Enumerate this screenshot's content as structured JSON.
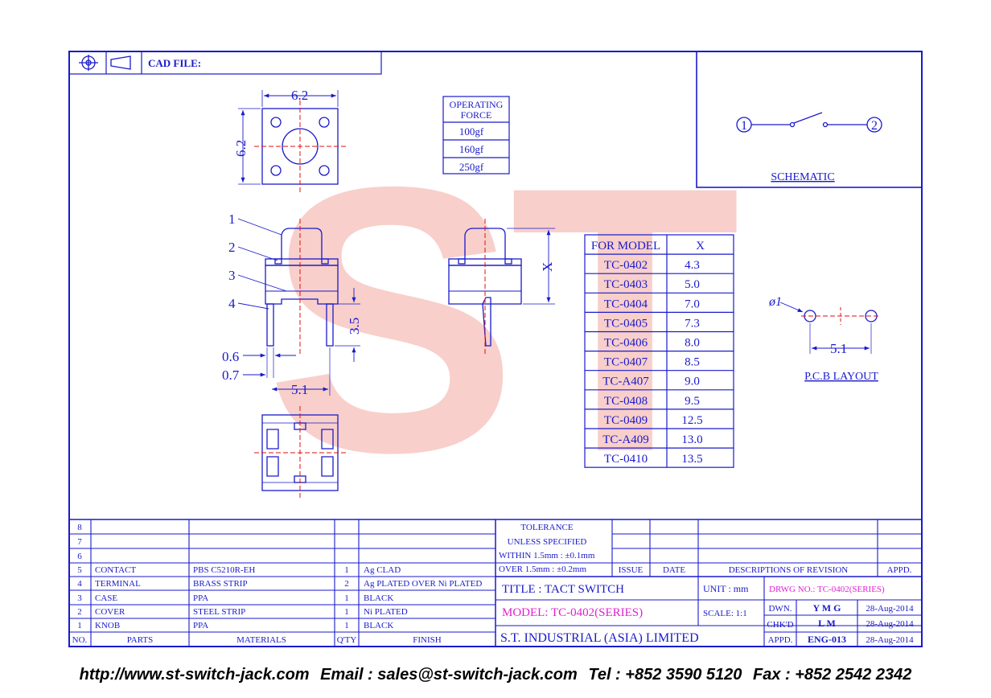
{
  "header": {
    "cad_label": "CAD FILE:"
  },
  "top_view": {
    "width": "6.2",
    "height": "6.2"
  },
  "operating_force": {
    "title_line1": "OPERATING",
    "title_line2": "FORCE",
    "values": [
      "100gf",
      "160gf",
      "250gf"
    ]
  },
  "side_view": {
    "callouts": [
      "1",
      "2",
      "3",
      "4"
    ],
    "dim_pin_height": "3.5",
    "dim_pin_width1": "0.6",
    "dim_pin_width2": "0.7",
    "dim_pin_pitch": "5.1",
    "dim_x": "X"
  },
  "schematic": {
    "pin1": "1",
    "pin2": "2",
    "label": "SCHEMATIC"
  },
  "pcb_layout": {
    "hole": "ø1",
    "pitch": "5.1",
    "label": "P.C.B LAYOUT"
  },
  "model_table": {
    "headers": [
      "FOR MODEL",
      "X"
    ],
    "rows": [
      [
        "TC-0402",
        "4.3"
      ],
      [
        "TC-0403",
        "5.0"
      ],
      [
        "TC-0404",
        "7.0"
      ],
      [
        "TC-0405",
        "7.3"
      ],
      [
        "TC-0406",
        "8.0"
      ],
      [
        "TC-0407",
        "8.5"
      ],
      [
        "TC-A407",
        "9.0"
      ],
      [
        "TC-0408",
        "9.5"
      ],
      [
        "TC-0409",
        "12.5"
      ],
      [
        "TC-A409",
        "13.0"
      ],
      [
        "TC-0410",
        "13.5"
      ]
    ]
  },
  "parts_table": {
    "headers": [
      "NO.",
      "PARTS",
      "MATERIALS",
      "Q'TY",
      "FINISH"
    ],
    "empty_rows": [
      "8",
      "7",
      "6"
    ],
    "rows": [
      [
        "5",
        "CONTACT",
        "PBS C5210R-EH",
        "1",
        "Ag CLAD"
      ],
      [
        "4",
        "TERMINAL",
        "BRASS STRIP",
        "2",
        "Ag PLATED OVER Ni PLATED"
      ],
      [
        "3",
        "CASE",
        "PPA",
        "1",
        "BLACK"
      ],
      [
        "2",
        "COVER",
        "STEEL STRIP",
        "1",
        "Ni PLATED"
      ],
      [
        "1",
        "KNOB",
        "PPA",
        "1",
        "BLACK"
      ]
    ]
  },
  "tolerance": {
    "line1": "TOLERANCE",
    "line2": "UNLESS   SPECIFIED",
    "within": "WITHIN  1.5mm : ±0.1mm",
    "over": "OVER    1.5mm : ±0.2mm"
  },
  "revision": {
    "issue": "ISSUE",
    "date": "DATE",
    "desc": "DESCRIPTIONS  OF  REVISION",
    "appd": "APPD."
  },
  "title_block": {
    "title": "TITLE : TACT SWITCH",
    "unit": "UNIT :   mm",
    "drwg": "DRWG NO.: TC-0402(SERIES)",
    "model": "MODEL: TC-0402(SERIES)",
    "scale": "SCALE:  1:1",
    "company": "S.T.  INDUSTRIAL  (ASIA)  LIMITED",
    "dwn_label": "DWN.",
    "dwn_name": "Y M G",
    "dwn_date": "28-Aug-2014",
    "chk_label": "CHK'D",
    "chk_name": "L M",
    "chk_date": "28-Aug-2014",
    "appd_label": "APPD.",
    "appd_name": "ENG-013",
    "appd_date": "28-Aug-2014"
  },
  "watermark": {
    "text": "ST"
  },
  "footer": {
    "website": "http://www.st-switch-jack.com",
    "email": "Email : sales@st-switch-jack.com",
    "tel": "Tel : +852 3590 5120",
    "fax": "Fax : +852 2542 2342"
  },
  "colors": {
    "ink": "#1a1acc",
    "centerline": "#e01010",
    "watermark": "#f3a8a0",
    "highlight": "#e020d0"
  }
}
